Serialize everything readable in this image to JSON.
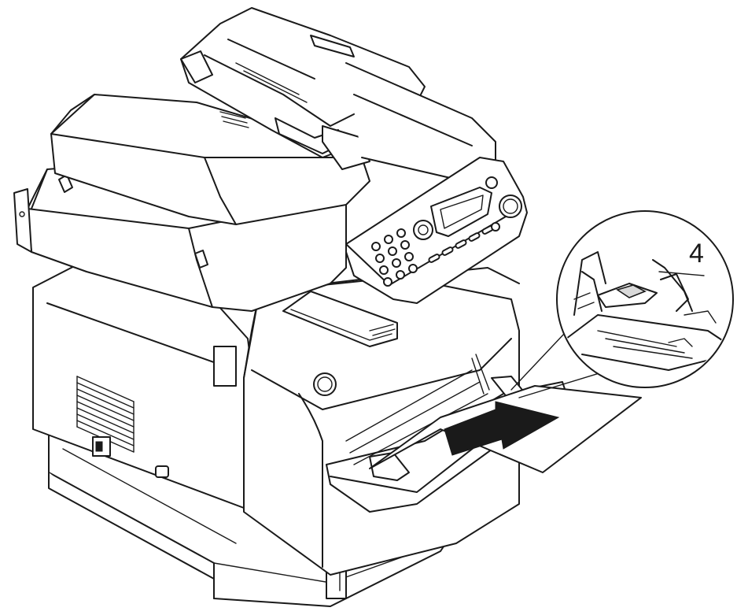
{
  "callout": {
    "number": "4"
  },
  "colors": {
    "line": "#1a1a1a",
    "background": "#ffffff",
    "arrow": "#1a1a1a"
  },
  "icons": [
    "printer-illustration",
    "feed-direction-arrow",
    "zoom-detail-circle"
  ]
}
